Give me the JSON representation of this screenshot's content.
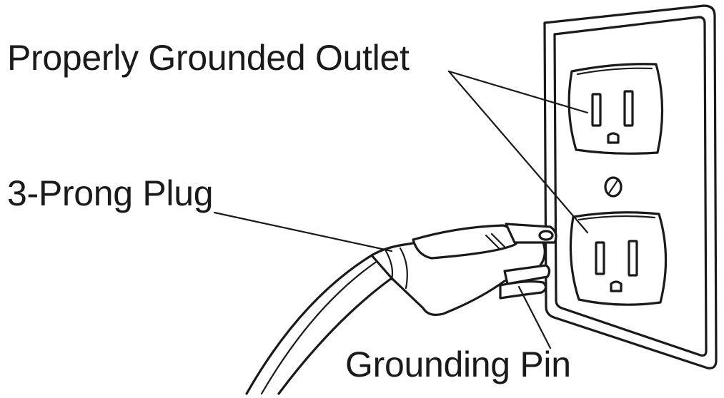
{
  "labels": {
    "outlet": "Properly Grounded Outlet",
    "plug": "3-Prong Plug",
    "pin": "Grounding Pin"
  },
  "colors": {
    "ink": "#1a1a1a",
    "background": "#ffffff"
  }
}
